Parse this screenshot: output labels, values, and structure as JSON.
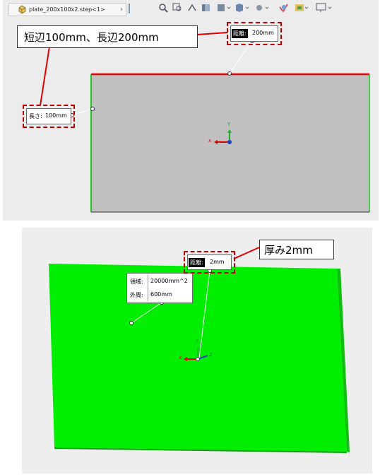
{
  "top_view": {
    "tab": {
      "title": "plate_200x100x2.step<1>"
    },
    "toolbar_icons": [
      "magnify-icon",
      "zoom-box-icon",
      "rotate-icon",
      "section-icon",
      "display-style-icon",
      "view-cube-icon",
      "hide-show-icon",
      "appearance-icon",
      "scene-icon",
      "monitor-icon"
    ],
    "callout_text": "短辺100mm、長辺200mm",
    "distance_dim": {
      "label": "距離:",
      "value": "200mm"
    },
    "length_dim": {
      "label": "長さ:",
      "value": "100mm"
    },
    "triad": {
      "x": "x",
      "y": "Y"
    },
    "colors": {
      "plate": "#c0c0c0",
      "long_edge": "#e00000",
      "short_edge": "#20c020",
      "callout_line": "#e00000",
      "dash": "#c00000"
    }
  },
  "bottom_view": {
    "callout_text": "厚み2mm",
    "distance_dim": {
      "label": "距離:",
      "value": "2mm"
    },
    "properties": {
      "area_label": "領域:",
      "area_value": "20000mm^2",
      "perimeter_label": "外周:",
      "perimeter_value": "600mm"
    },
    "triad": {
      "x": "x",
      "y": "Y",
      "z": "Z"
    },
    "colors": {
      "plate": "#00ee00",
      "callout_line": "#e00000"
    }
  }
}
